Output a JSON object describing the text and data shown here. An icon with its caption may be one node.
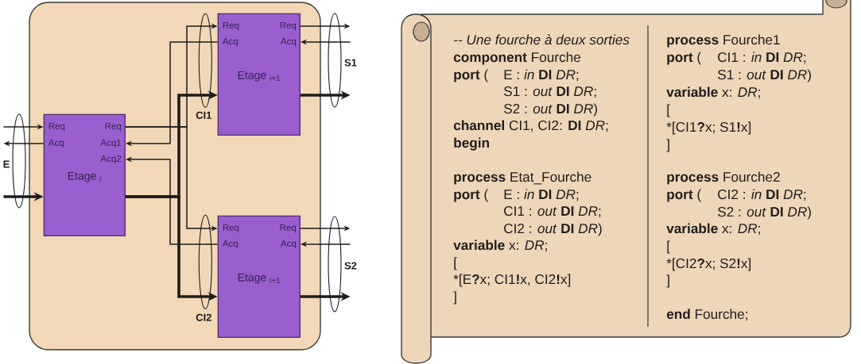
{
  "diagram": {
    "nodes": [
      {
        "text": [],
        "shape": "box"
      },
      {
        "text": [
          "Req",
          "Acq",
          "Req",
          "Acq1",
          "Acq2",
          "Etage $_{i}$"
        ],
        "in": 0
      },
      {
        "text": [
          "Req",
          "Acq",
          "Req",
          "Acq",
          "Etage $_{i+1}$"
        ],
        "in": 0
      },
      {
        "text": [
          "Req",
          "Acq",
          "Req",
          "Acq",
          "Etage $_{i+1}$"
        ],
        "in": 0
      },
      {
        "text": [],
        "shape": "ellipse",
        "beside": [
          "E"
        ]
      },
      {
        "text": [],
        "shape": "ellipse",
        "beside": [
          "CI1"
        ],
        "in": 0
      },
      {
        "text": [],
        "shape": "ellipse",
        "beside": [
          "CI2"
        ],
        "in": 0
      },
      {
        "text": [],
        "shape": "ellipse",
        "beside": [
          "S1"
        ]
      },
      {
        "text": [],
        "shape": "ellipse",
        "beside": [
          "S2"
        ]
      },
      {
        "text": [
          "-- Une fourche à deux sorties",
          "**component** Fourche",
          "**port** (",
          "E : *in* **DI** *DR*;",
          "S1 : *out* **DI** *DR*;",
          "S2 : *out* **DI** *DR*)",
          "**channel** CI1, CI2: **DI** *DR*;",
          "begin",
          "**process** Etat_Fourche",
          "**port** (",
          "E : *in* **DI** *DR*;",
          "CI1 : *out* **DI** *DR*;",
          "CI2 : *out* **DI** *DR*)",
          "**variable** x: *DR*;",
          "[",
          "*[E**?**x; CI1**!**x, CI2**!**x]",
          "]",
          "**process** Fourche1",
          "**port** (",
          "CI1 : *in* **DI** *DR*;",
          "S1 : *out* **DI** *DR*)",
          "**variable** x: *DR*;",
          "[",
          "*[CI1**?**x; S1**!**x]",
          "]",
          "**process** Fourche2",
          "**port** (",
          "CI2 : *in* **DI** *DR*;",
          "S2 : *out* **DI** *DR*)",
          "**variable** x: *DR*;",
          "[",
          "*[CI2**?**x; S2**!**x]",
          "]",
          "**end** Fourche;"
        ]
      }
    ],
    "edges": [
      {
        "from": 4,
        "to": 1,
        "arrow": "to"
      },
      {
        "from": 1,
        "to": 4,
        "arrow": "to"
      },
      {
        "from": 4,
        "to": 1,
        "arrow": "to",
        "style": "thick"
      },
      {
        "from": 1,
        "to": 2,
        "arrow": "to"
      },
      {
        "from": 1,
        "to": 3,
        "arrow": "to"
      },
      {
        "from": 2,
        "to": 1,
        "arrow": "to"
      },
      {
        "from": 3,
        "to": 1,
        "arrow": "to"
      },
      {
        "from": 1,
        "to": 2,
        "arrow": "to",
        "style": "thick"
      },
      {
        "from": 1,
        "to": 3,
        "arrow": "to",
        "style": "thick"
      },
      {
        "from": 2,
        "to": 7,
        "arrow": "to"
      },
      {
        "from": 7,
        "to": 2,
        "arrow": "to"
      },
      {
        "from": 2,
        "to": 7,
        "arrow": "to",
        "style": "thick"
      },
      {
        "from": 3,
        "to": 8,
        "arrow": "to"
      },
      {
        "from": 8,
        "to": 3,
        "arrow": "to"
      },
      {
        "from": 3,
        "to": 8,
        "arrow": "to",
        "style": "thick"
      }
    ]
  }
}
